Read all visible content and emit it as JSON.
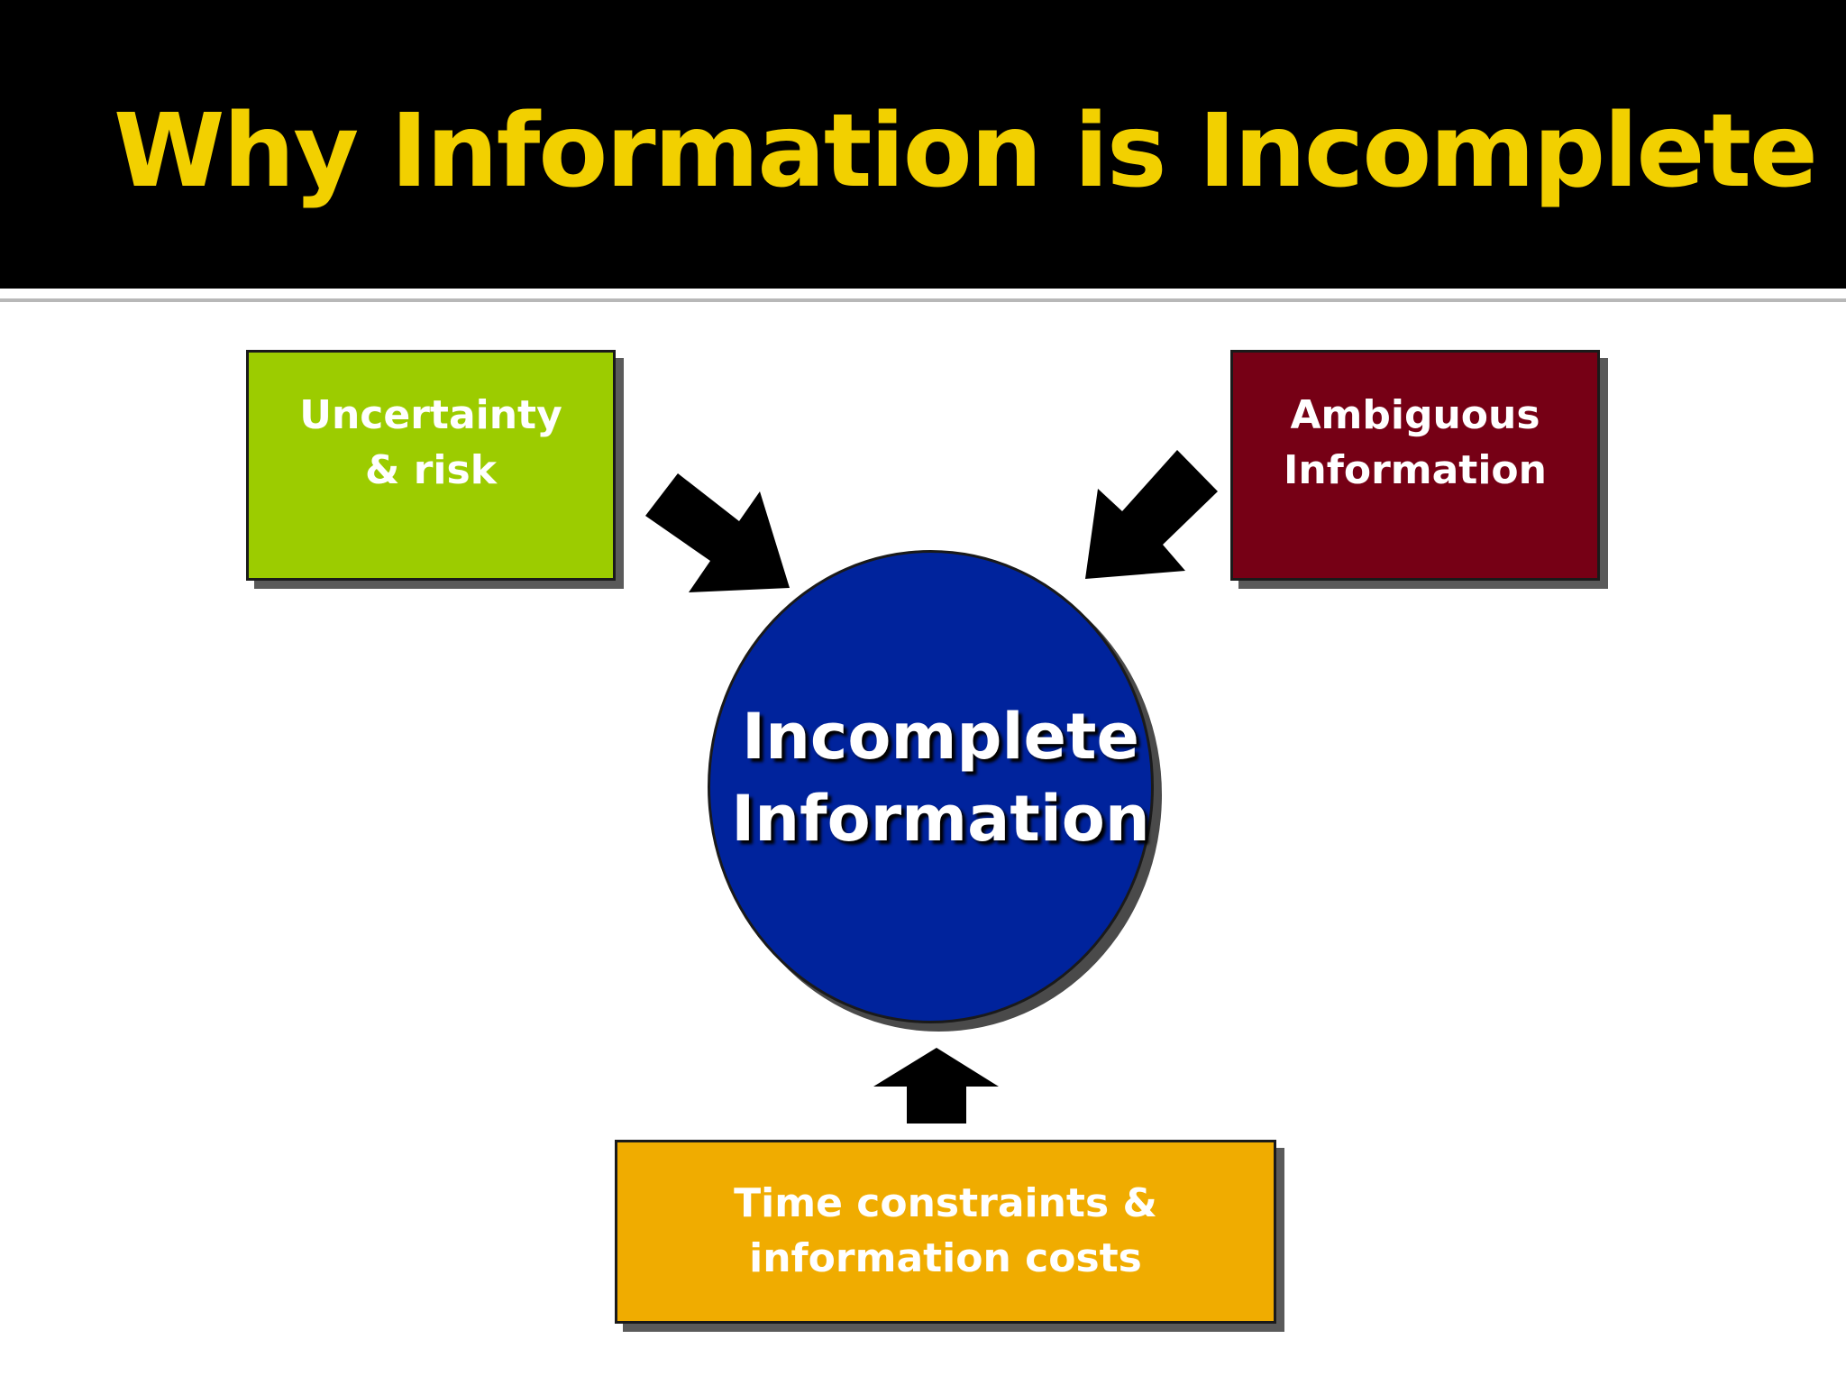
{
  "slide": {
    "title": "Why Information is Incomplete"
  },
  "diagram": {
    "center": {
      "label": "Incomplete\nInformation",
      "color": "#00239c"
    },
    "inputs": [
      {
        "label": "Uncertainty\n& risk",
        "color": "#9ccc00"
      },
      {
        "label": "Ambiguous\nInformation",
        "color": "#760015"
      },
      {
        "label": "Time constraints &\ninformation costs",
        "color": "#f0ac00"
      }
    ],
    "colors": {
      "title_text": "#f2d000",
      "title_bar": "#000000",
      "arrow": "#000000"
    }
  }
}
